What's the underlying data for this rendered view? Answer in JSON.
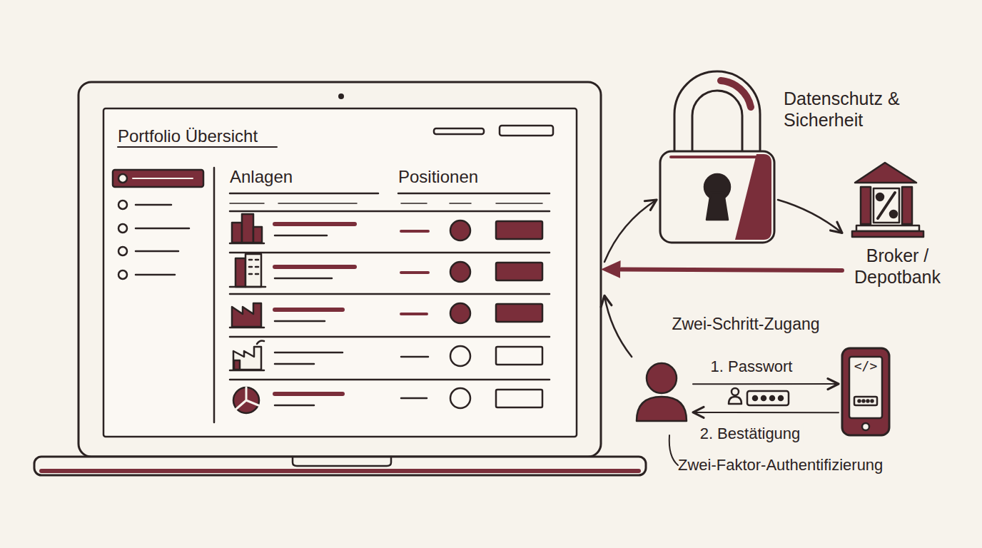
{
  "diagram": {
    "nodes": [
      {
        "text": [
          "Portfolio Übersicht",
          "Anlagen",
          "Positionen"
        ]
      },
      {
        "text": [
          "Datenschutz & Sicherheit"
        ]
      },
      {
        "text": [
          "Broker / Depotbank"
        ]
      },
      {
        "text": [
          "Zwei-Faktor-Authentifizierung"
        ]
      },
      {
        "text": [
          "</>"
        ]
      }
    ],
    "edges": [
      {
        "from": 0,
        "to": 1,
        "arrow": "to"
      },
      {
        "from": 1,
        "to": 2,
        "arrow": "to"
      },
      {
        "from": 2,
        "to": 0,
        "arrow": "to"
      },
      {
        "from": 3,
        "to": 0,
        "arrow": "to"
      },
      {
        "from": 3,
        "to": 4,
        "label": "1. Passwort",
        "arrow": "to"
      },
      {
        "from": 4,
        "to": 3,
        "label": "2. Bestätigung",
        "arrow": "to"
      }
    ],
    "labels": [
      "Zwei-Schritt-Zugang"
    ]
  }
}
